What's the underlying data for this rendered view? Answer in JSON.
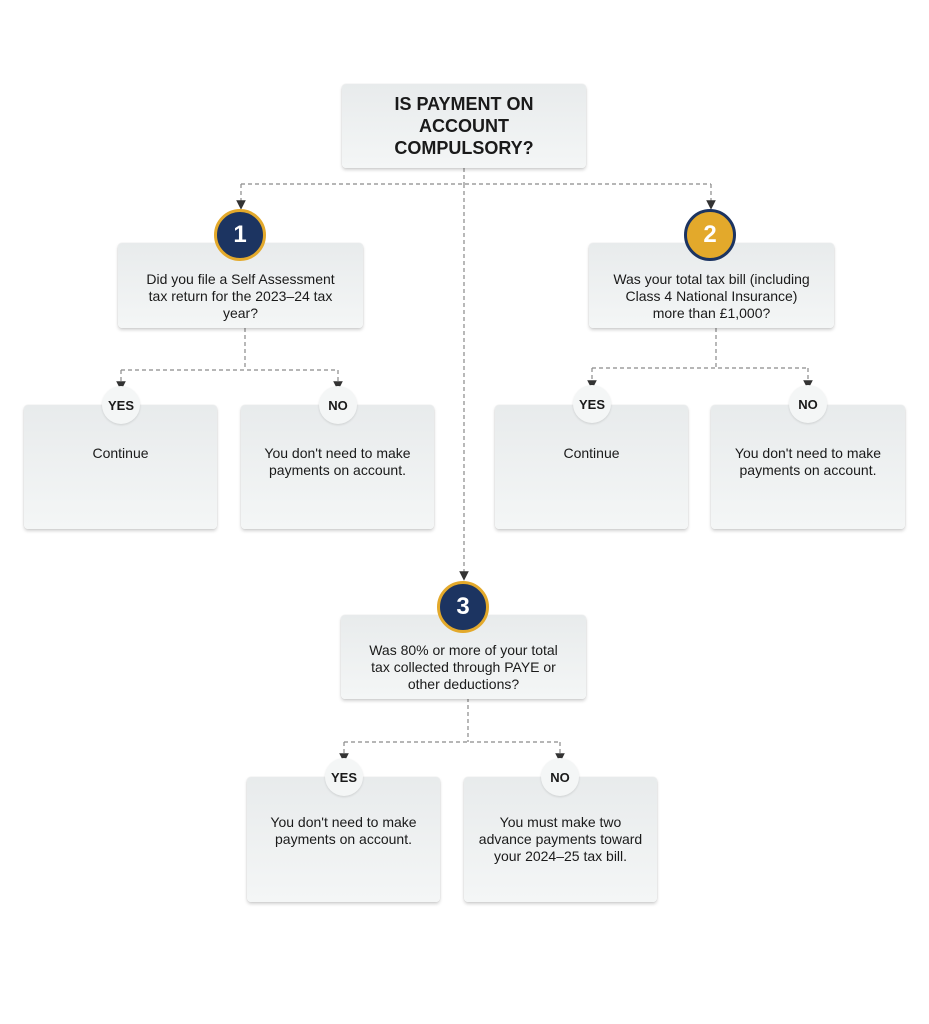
{
  "colors": {
    "navy": "#1c3461",
    "gold": "#e3a92b",
    "connector": "#8a8a8a"
  },
  "title": "IS PAYMENT ON ACCOUNT COMPULSORY?",
  "questions": [
    {
      "number": "1",
      "text": "Did you file a Self Assessment tax return for the 2023–24 tax year?"
    },
    {
      "number": "2",
      "text": "Was your total tax bill (including Class 4 National Insurance) more than £1,000?"
    },
    {
      "number": "3",
      "text": "Was 80% or more of your total tax collected through PAYE or other deductions?"
    }
  ],
  "labels": {
    "yes": "YES",
    "no": "NO"
  },
  "answers": {
    "q1_yes": "Continue",
    "q1_no": "You don't need to make payments on account.",
    "q2_yes": "Continue",
    "q2_no": "You don't need to make payments on account.",
    "q3_yes": "You don't need to make payments on account.",
    "q3_no": "You must make two advance payments toward your 2024–25 tax bill."
  }
}
